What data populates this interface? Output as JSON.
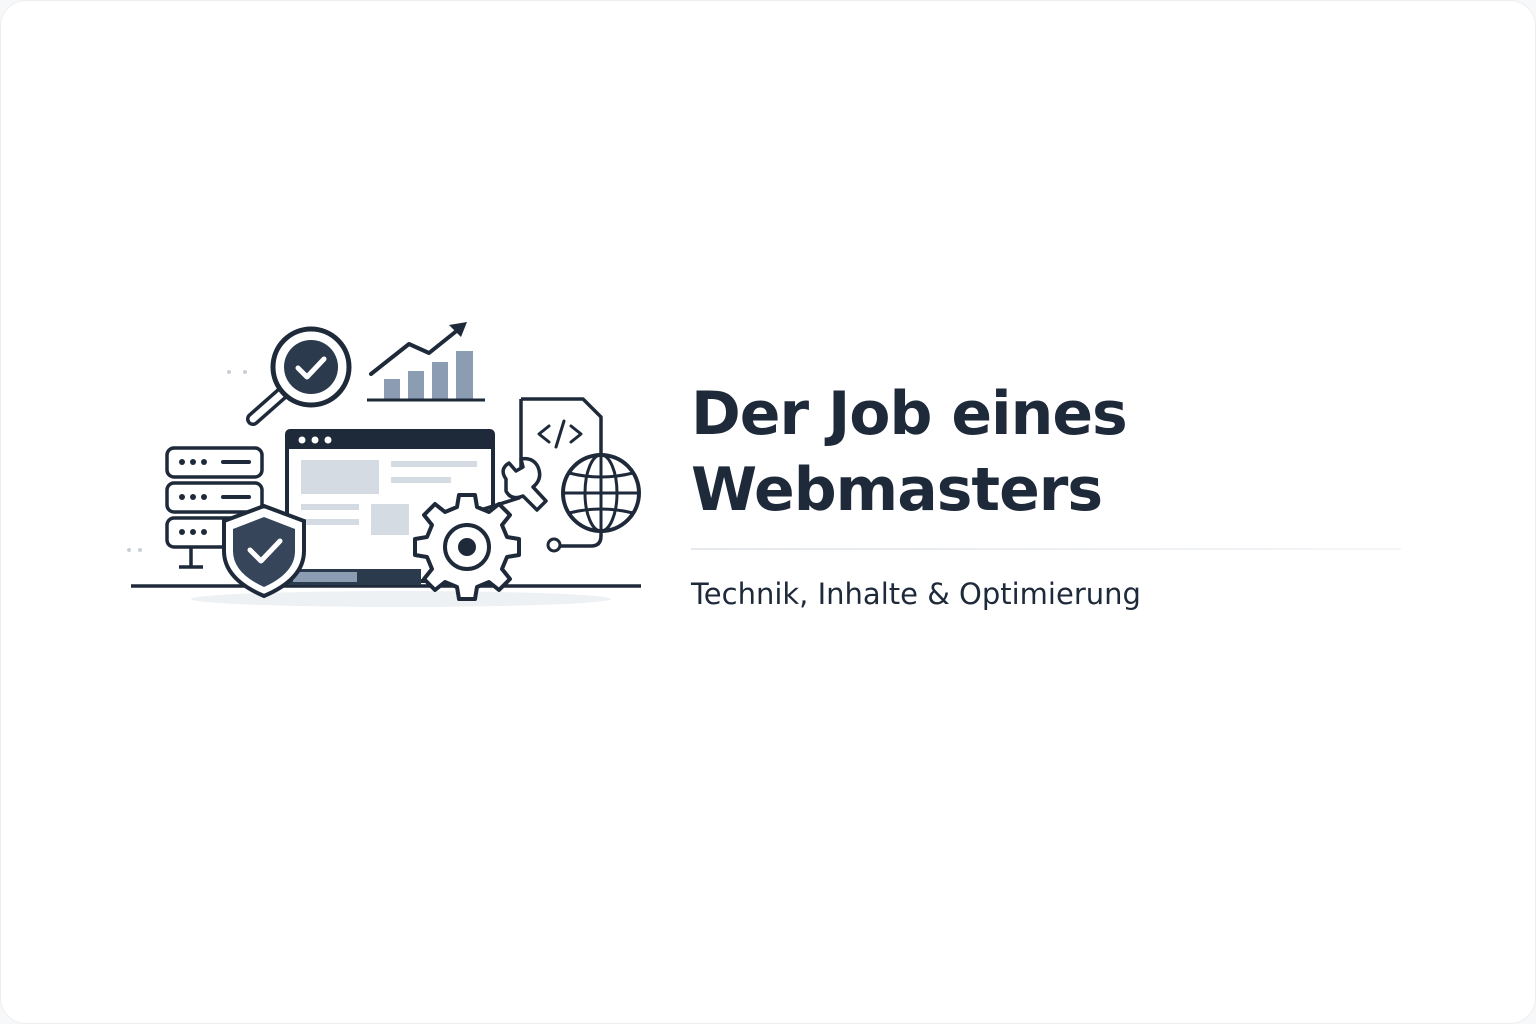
{
  "heading": {
    "line1": "Der Job eines",
    "line2": "Webmasters"
  },
  "subheading": "Technik, Inhalte & Optimierung",
  "colors": {
    "primary": "#1e2a3a",
    "bar_blue": "#8c9db3",
    "panel_grey": "#d5dbe3",
    "background": "#ffffff"
  },
  "illustration": {
    "icons": [
      "search-check-icon",
      "growth-chart-icon",
      "server-stack-icon",
      "browser-window-icon",
      "security-shield-icon",
      "code-document-icon",
      "wrench-icon",
      "gear-icon",
      "globe-icon"
    ]
  }
}
